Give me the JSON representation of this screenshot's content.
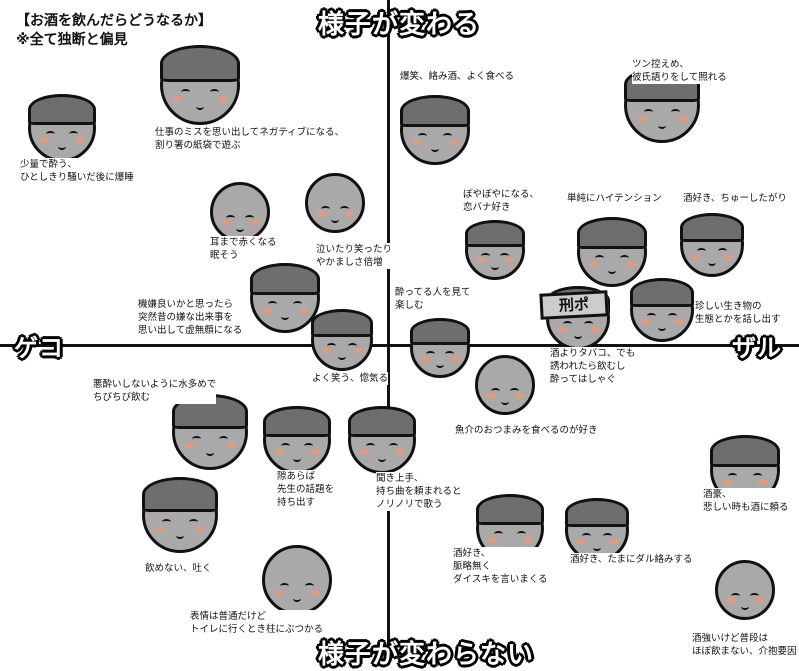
{
  "heading": {
    "line1": "【お酒を飲んだらどうなるか】",
    "line2": "※全て独断と偏見"
  },
  "axes": {
    "top": "様子が変わる",
    "bottom": "様子が変わらない",
    "left": "ゲコ",
    "right": "ザル"
  },
  "characters": [
    {
      "label": "少量で酔う、\nひとしきり騒いだ後に爆睡"
    },
    {
      "label": "仕事のミスを思い出してネガティブになる、\n割り箸の紙袋で遊ぶ"
    },
    {
      "label": "耳まで赤くなる\n眠そう"
    },
    {
      "label": "泣いたり笑ったり\nやかましさ倍増"
    },
    {
      "label": "機嫌良いかと思ったら\n突然昔の嫌な出来事を\n思い出して虚無顔になる"
    },
    {
      "label": "よく笑う、惚気る"
    },
    {
      "label": "爆笑、絡み酒、よく食べる"
    },
    {
      "label": "ツン控えめ、\n彼氏語りをして照れる"
    },
    {
      "label": "ぽやぽやになる、\n恋バナ好き"
    },
    {
      "label": "単純にハイテンション"
    },
    {
      "label": "酒好き、ちゅーしたがり"
    },
    {
      "label": "酔ってる人を見て\n楽しむ"
    },
    {
      "label": "酒よりタバコ、でも\n誘われたら飲むし\n酔ってはしゃぐ"
    },
    {
      "label": "珍しい生き物の\n生態とかを話し出す"
    },
    {
      "label": "魚介のおつまみを食べるのが好き"
    },
    {
      "label": "悪酔いしないように水多めで\nちびちび飲む"
    },
    {
      "label": "隙あらば\n先生の話題を\n持ち出す"
    },
    {
      "label": "聞き上手、\n持ち曲を頼まれると\nノリノリで歌う"
    },
    {
      "label": "飲めない、吐く"
    },
    {
      "label": "表情は普通だけど\nトイレに行くとき柱にぶつかる"
    },
    {
      "label": "酒好き、\n脈略無く\nダイスキを言いまくる"
    },
    {
      "label": "酒好き、たまにダル絡みする"
    },
    {
      "label": "酒豪、\n悲しい時も酒に頼る"
    },
    {
      "label": "酒強いけど普段は\nほぼ飲まない、介抱要因"
    }
  ],
  "censor_text": "刑ポ"
}
